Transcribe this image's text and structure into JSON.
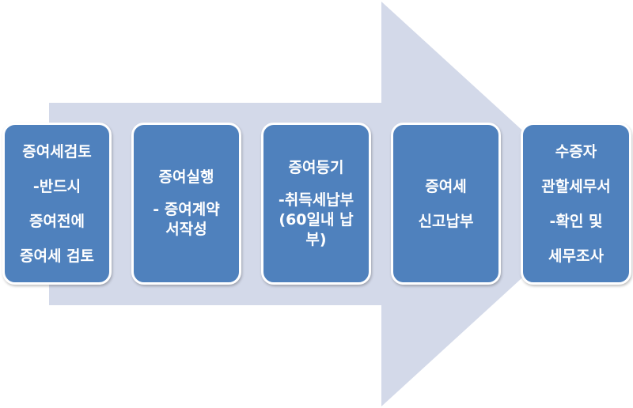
{
  "diagram": {
    "colors": {
      "arrow": "#d3d9e9",
      "box_fill": "#4f81bd",
      "box_border": "#ffffff",
      "text": "#ffffff"
    },
    "steps": [
      {
        "lines": [
          "증여세검토",
          "-반드시",
          "증여전에",
          "증여세 검토"
        ]
      },
      {
        "lines": [
          "증여실행",
          "- 증여계약",
          "서작성"
        ]
      },
      {
        "lines": [
          "증여등기",
          "-취득세납부",
          "(60일내 납",
          "부)"
        ]
      },
      {
        "lines": [
          "증여세",
          "신고납부"
        ]
      },
      {
        "lines": [
          "수증자",
          "관할세무서",
          "-확인 및",
          "세무조사"
        ]
      }
    ]
  }
}
